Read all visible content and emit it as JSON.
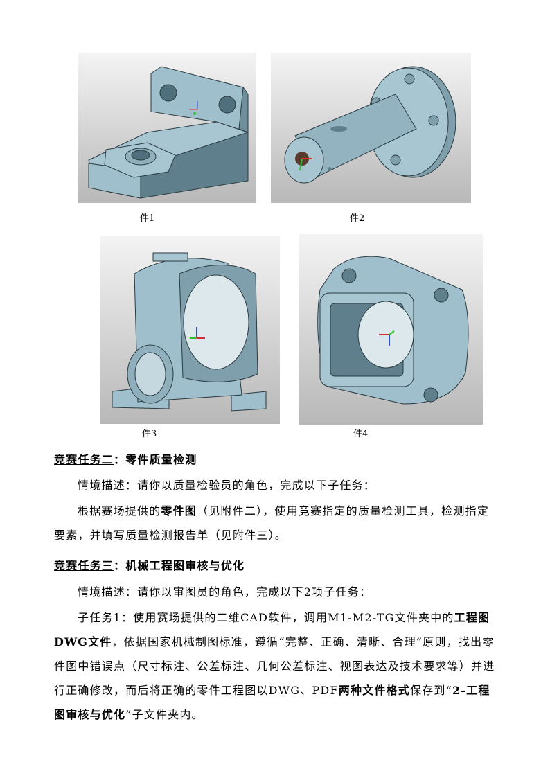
{
  "figures": [
    {
      "caption": "件1",
      "subject": "bracket-part-render"
    },
    {
      "caption": "件2",
      "subject": "flanged-shaft-part-render"
    },
    {
      "caption": "件3",
      "subject": "housing-part-render"
    },
    {
      "caption": "件4",
      "subject": "cover-part-render"
    }
  ],
  "task2": {
    "heading_underlined": "竞赛任务二",
    "heading_rest": "：零件质量检测",
    "scenario": "情境描述：请你以质量检验员的角色，完成以下子任务：",
    "body_a": "根据赛场提供的",
    "body_bold": "零件图",
    "body_b": "（见附件二），使用竞赛指定的质量检测工具，检测指定要素，并填写质量检测报告单（见附件三）。"
  },
  "task3": {
    "heading_underlined": "竞赛任务三",
    "heading_rest": "：机械工程图审核与优化",
    "scenario": "情境描述：请你以审图员的角色，完成以下2项子任务：",
    "sub1_a": "子任务1：使用赛场提供的二维CAD软件，调用M1-M2-TG文件夹中的",
    "sub1_bold1": "工程图DWG文件",
    "sub1_b": "，依据国家机械制图标准，遵循“完整、正确、清晰、合理”原则，找出零件图中错误点（尺寸标注、公差标注、几何公差标注、视图表达及技术要求等）并进行正确修改，而后将正确的零件工程图以DWG、PDF",
    "sub1_bold2": "两种文件格式",
    "sub1_c": "保存到“",
    "sub1_bold3": "2-工程图审核与优化",
    "sub1_d": "”子文件夹内。"
  },
  "colors": {
    "part": "#9fbfcc",
    "part_dark": "#5f7f8c",
    "edge": "#2a3a40"
  }
}
